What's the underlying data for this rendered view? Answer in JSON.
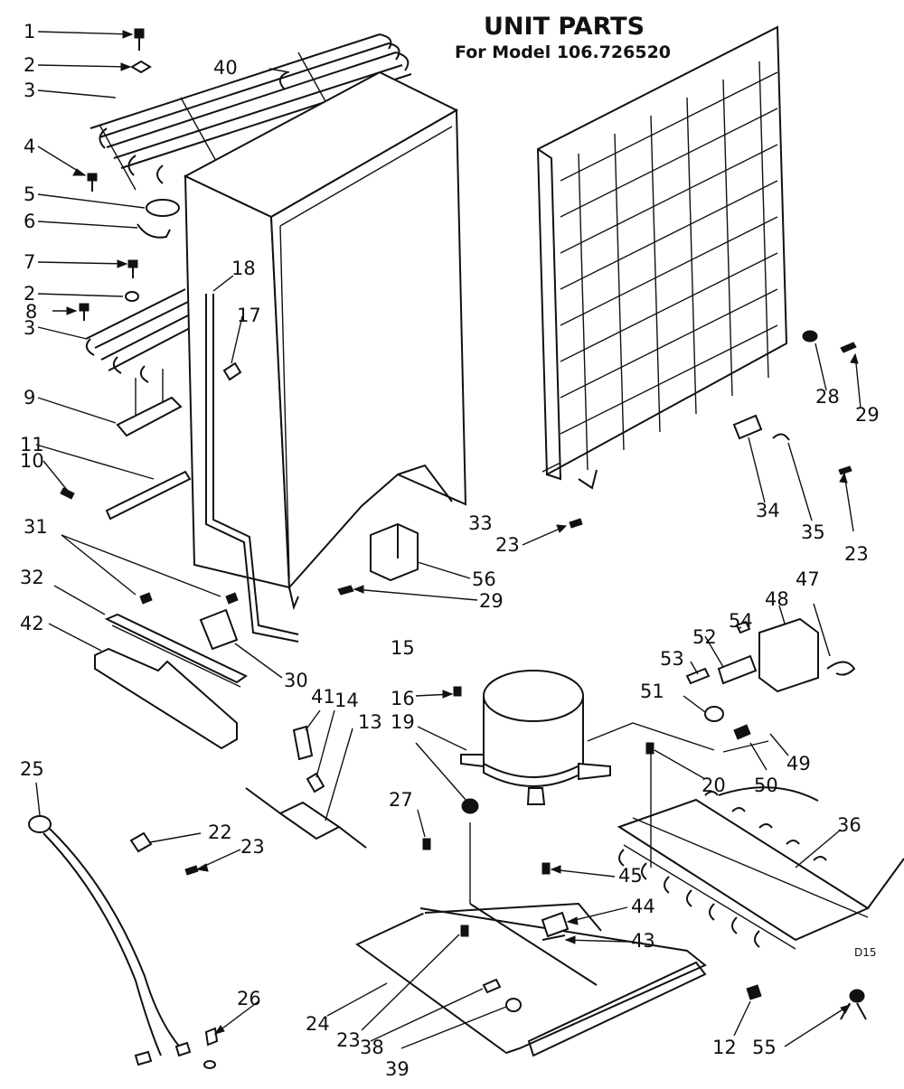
{
  "title": "UNIT PARTS",
  "subtitle": "For Model 106.726520",
  "corner_code": "D15",
  "callouts": [
    {
      "id": "c1",
      "text": "1"
    },
    {
      "id": "c2a",
      "text": "2"
    },
    {
      "id": "c3a",
      "text": "3"
    },
    {
      "id": "c4",
      "text": "4"
    },
    {
      "id": "c5",
      "text": "5"
    },
    {
      "id": "c6",
      "text": "6"
    },
    {
      "id": "c7",
      "text": "7"
    },
    {
      "id": "c2b",
      "text": "2"
    },
    {
      "id": "c8",
      "text": "8"
    },
    {
      "id": "c3b",
      "text": "3"
    },
    {
      "id": "c9",
      "text": "9"
    },
    {
      "id": "c11",
      "text": "11"
    },
    {
      "id": "c10",
      "text": "10"
    },
    {
      "id": "c31",
      "text": "31"
    },
    {
      "id": "c32",
      "text": "32"
    },
    {
      "id": "c42",
      "text": "42"
    },
    {
      "id": "c40",
      "text": "40"
    },
    {
      "id": "c18",
      "text": "18"
    },
    {
      "id": "c17",
      "text": "17"
    },
    {
      "id": "c30",
      "text": "30"
    },
    {
      "id": "c56",
      "text": "56"
    },
    {
      "id": "c29a",
      "text": "29"
    },
    {
      "id": "c33",
      "text": "33"
    },
    {
      "id": "c23a",
      "text": "23"
    },
    {
      "id": "c28",
      "text": "28"
    },
    {
      "id": "c29b",
      "text": "29"
    },
    {
      "id": "c34",
      "text": "34"
    },
    {
      "id": "c35",
      "text": "35"
    },
    {
      "id": "c23b",
      "text": "23"
    },
    {
      "id": "c47",
      "text": "47"
    },
    {
      "id": "c48",
      "text": "48"
    },
    {
      "id": "c54",
      "text": "54"
    },
    {
      "id": "c52",
      "text": "52"
    },
    {
      "id": "c53",
      "text": "53"
    },
    {
      "id": "c51",
      "text": "51"
    },
    {
      "id": "c49",
      "text": "49"
    },
    {
      "id": "c50",
      "text": "50"
    },
    {
      "id": "c15",
      "text": "15"
    },
    {
      "id": "c16",
      "text": "16"
    },
    {
      "id": "c19",
      "text": "19"
    },
    {
      "id": "c20",
      "text": "20"
    },
    {
      "id": "c36",
      "text": "36"
    },
    {
      "id": "c41",
      "text": "41"
    },
    {
      "id": "c14",
      "text": "14"
    },
    {
      "id": "c13",
      "text": "13"
    },
    {
      "id": "c25",
      "text": "25"
    },
    {
      "id": "c22",
      "text": "22"
    },
    {
      "id": "c23c",
      "text": "23"
    },
    {
      "id": "c27",
      "text": "27"
    },
    {
      "id": "c45",
      "text": "45"
    },
    {
      "id": "c44",
      "text": "44"
    },
    {
      "id": "c43",
      "text": "43"
    },
    {
      "id": "c26",
      "text": "26"
    },
    {
      "id": "c24",
      "text": "24"
    },
    {
      "id": "c23d",
      "text": "23"
    },
    {
      "id": "c38",
      "text": "38"
    },
    {
      "id": "c39",
      "text": "39"
    },
    {
      "id": "c12",
      "text": "12"
    },
    {
      "id": "c55",
      "text": "55"
    }
  ]
}
